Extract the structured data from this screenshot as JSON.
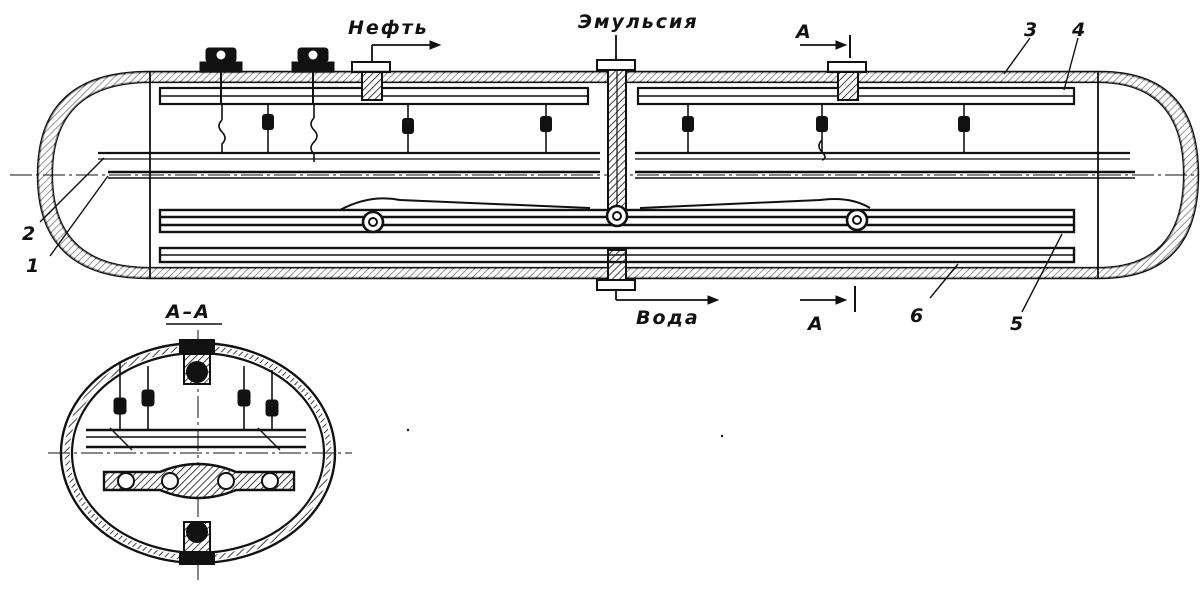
{
  "labels": {
    "oil": "Нефть",
    "emulsion": "Эмульсия",
    "water": "Вода",
    "section_mark_top": "А",
    "section_mark_bottom": "А",
    "section_title": "А–А"
  },
  "callouts": [
    "1",
    "2",
    "3",
    "4",
    "5",
    "6"
  ],
  "colors": {
    "ink": "#111111",
    "paper": "#ffffff"
  }
}
